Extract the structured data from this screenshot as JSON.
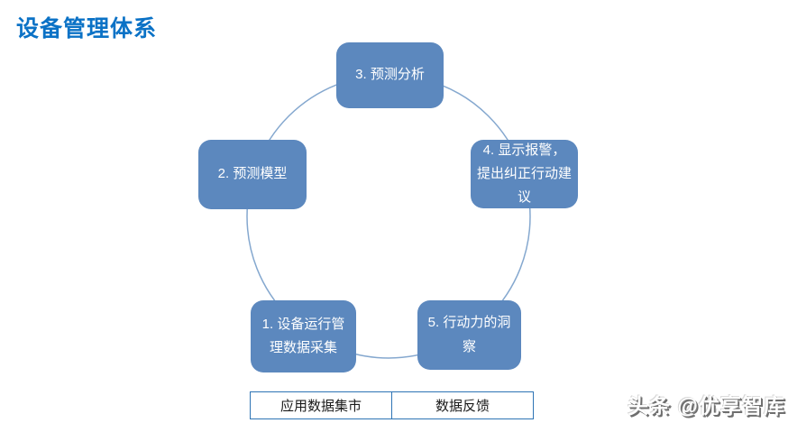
{
  "page": {
    "title": "设备管理体系"
  },
  "colors": {
    "title_blue": "#0b72c6",
    "node_fill": "#5c88be",
    "node_text": "#ffffff",
    "circle_stroke": "#85a8cf",
    "table_border": "#2e74b5",
    "table_text": "#1a1a1a"
  },
  "cycle": {
    "nodes": [
      {
        "label": "1. 设备运行管理数据采集"
      },
      {
        "label": "2. 预测模型"
      },
      {
        "label": "3. 预测分析"
      },
      {
        "label": "4. 显示报警，提出纠正行动建议"
      },
      {
        "label": "5. 行动力的洞察"
      }
    ]
  },
  "legend_table": {
    "cells": [
      {
        "label": "应用数据集市"
      },
      {
        "label": "数据反馈"
      }
    ]
  },
  "watermark": {
    "text": "头条 @优享智库"
  }
}
